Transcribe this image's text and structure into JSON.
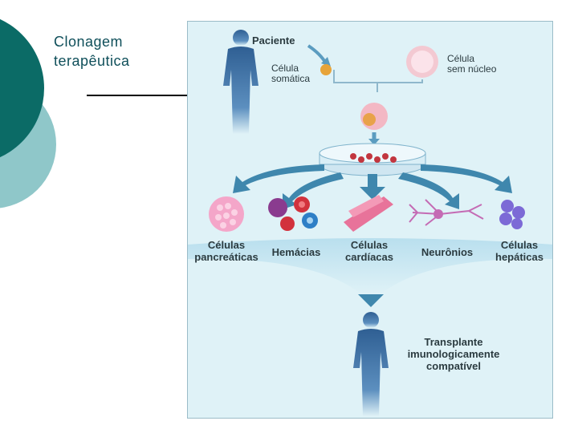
{
  "slide": {
    "title_line1": "Clonagem",
    "title_line2": "terapêutica"
  },
  "diagram": {
    "patient": "Paciente",
    "somatic_cell_line1": "Célula",
    "somatic_cell_line2": "somática",
    "enucleated_cell_line1": "Célula",
    "enucleated_cell_line2": "sem núcleo",
    "cell_types": [
      {
        "line1": "Células",
        "line2": "pancreáticas"
      },
      {
        "line1": "Hemácias",
        "line2": ""
      },
      {
        "line1": "Células",
        "line2": "cardíacas"
      },
      {
        "line1": "Neurônios",
        "line2": ""
      },
      {
        "line1": "Células",
        "line2": "hepáticas"
      }
    ],
    "transplant_line1": "Transplante",
    "transplant_line2": "imunologicamente",
    "transplant_line3": "compatível"
  },
  "colors": {
    "deco_dark": "#0b6b66",
    "deco_light": "#8fc7c9",
    "panel_bg": "#dff2f7",
    "arrow": "#3f87ad",
    "silhouette": "#3b6fa0"
  }
}
